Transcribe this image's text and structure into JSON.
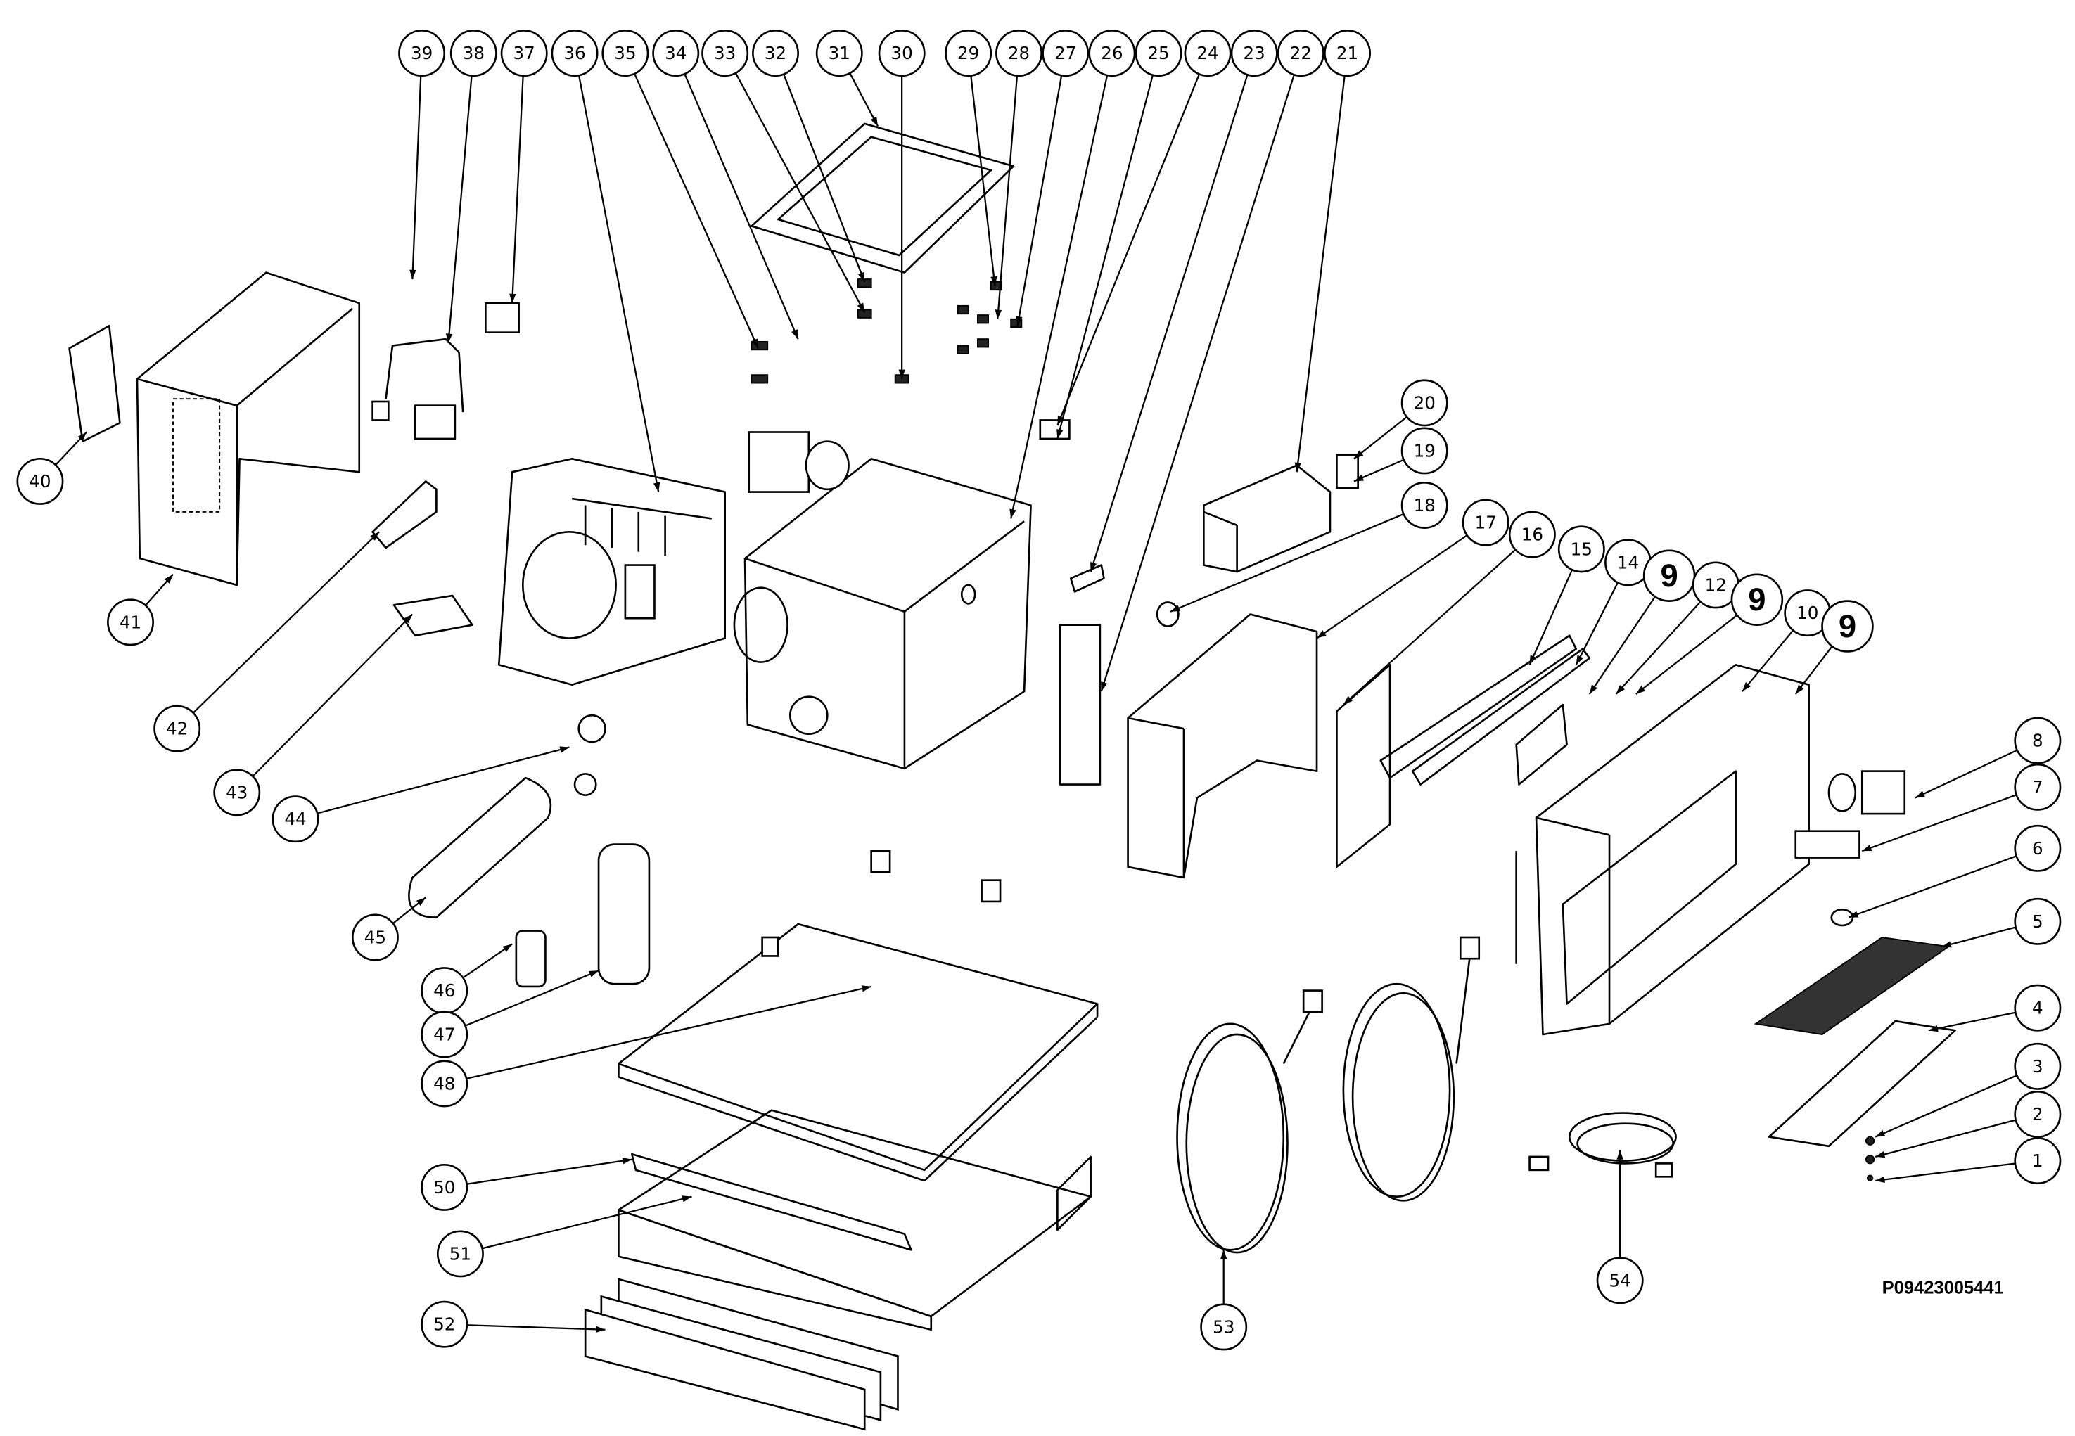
{
  "diagram": {
    "type": "exploded parts diagram",
    "part_number": "P09423005441",
    "callouts": [
      {
        "label": "39"
      },
      {
        "label": "38"
      },
      {
        "label": "37"
      },
      {
        "label": "36"
      },
      {
        "label": "35"
      },
      {
        "label": "34"
      },
      {
        "label": "33"
      },
      {
        "label": "32"
      },
      {
        "label": "31"
      },
      {
        "label": "30"
      },
      {
        "label": "29"
      },
      {
        "label": "28"
      },
      {
        "label": "27"
      },
      {
        "label": "26"
      },
      {
        "label": "25"
      },
      {
        "label": "24"
      },
      {
        "label": "23"
      },
      {
        "label": "22"
      },
      {
        "label": "21"
      },
      {
        "label": "20"
      },
      {
        "label": "19"
      },
      {
        "label": "18"
      },
      {
        "label": "17"
      },
      {
        "label": "16"
      },
      {
        "label": "15"
      },
      {
        "label": "14"
      },
      {
        "label": "9"
      },
      {
        "label": "12"
      },
      {
        "label": "9"
      },
      {
        "label": "10"
      },
      {
        "label": "9"
      },
      {
        "label": "8"
      },
      {
        "label": "7"
      },
      {
        "label": "6"
      },
      {
        "label": "5"
      },
      {
        "label": "4"
      },
      {
        "label": "3"
      },
      {
        "label": "2"
      },
      {
        "label": "1"
      },
      {
        "label": "40"
      },
      {
        "label": "41"
      },
      {
        "label": "42"
      },
      {
        "label": "43"
      },
      {
        "label": "44"
      },
      {
        "label": "45"
      },
      {
        "label": "46"
      },
      {
        "label": "47"
      },
      {
        "label": "48"
      },
      {
        "label": "50"
      },
      {
        "label": "51"
      },
      {
        "label": "52"
      },
      {
        "label": "53"
      },
      {
        "label": "54"
      }
    ]
  }
}
